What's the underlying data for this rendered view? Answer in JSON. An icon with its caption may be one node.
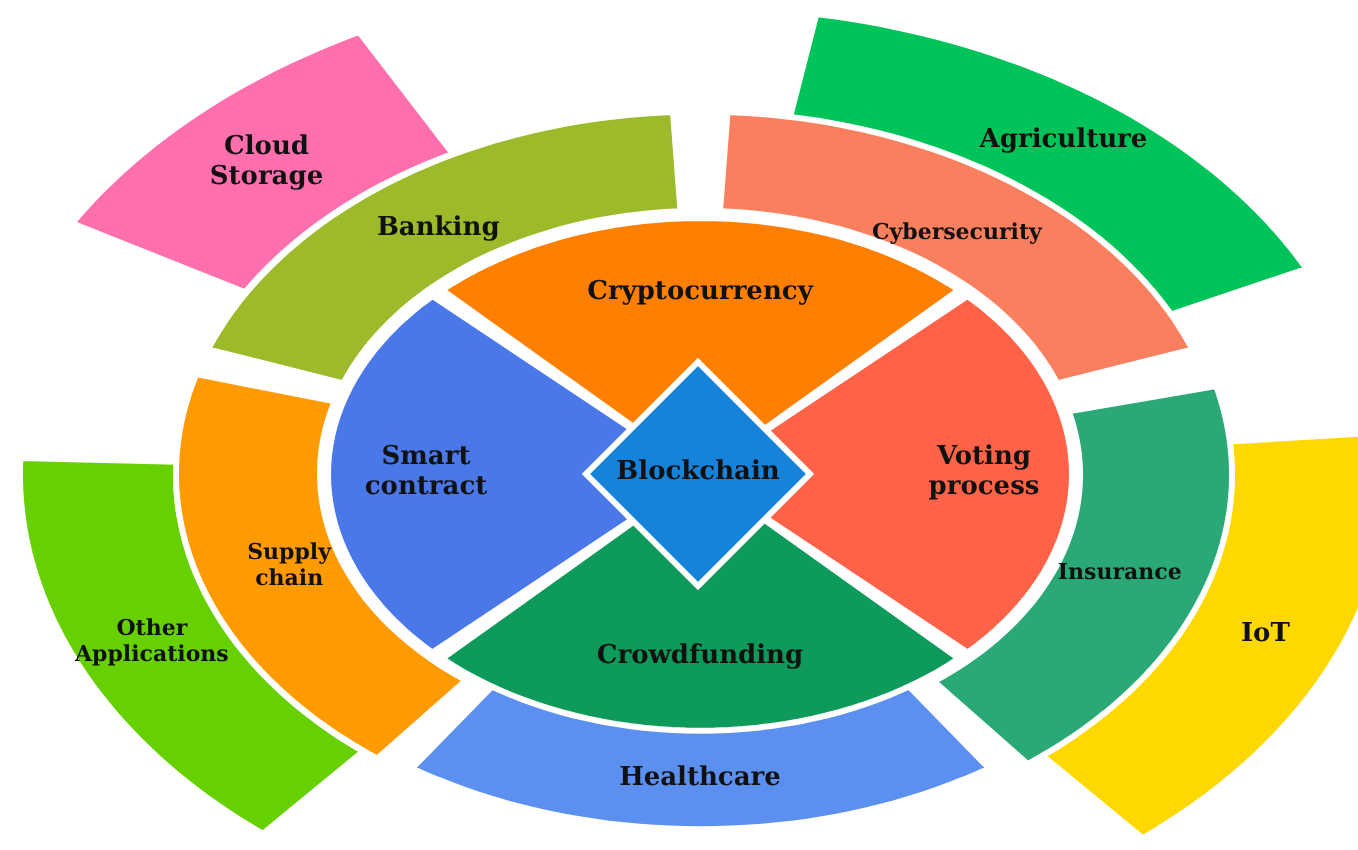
{
  "diagram": {
    "nodes": [
      {
        "text": [
          "Cloud Storage"
        ]
      },
      {
        "text": [
          "Agriculture"
        ]
      },
      {
        "text": [
          "Banking"
        ]
      },
      {
        "text": [
          "Cybersecurity"
        ]
      },
      {
        "text": [
          "Cryptocurrency"
        ]
      },
      {
        "text": [
          "Smart contract"
        ]
      },
      {
        "text": [
          "Blockchain"
        ]
      },
      {
        "text": [
          "Voting process"
        ]
      },
      {
        "text": [
          "Supply chain"
        ]
      },
      {
        "text": [
          "Insurance"
        ]
      },
      {
        "text": [
          "Other Applications"
        ]
      },
      {
        "text": [
          "IoT"
        ]
      },
      {
        "text": [
          "Crowdfunding"
        ]
      },
      {
        "text": [
          "Healthcare"
        ]
      }
    ]
  }
}
